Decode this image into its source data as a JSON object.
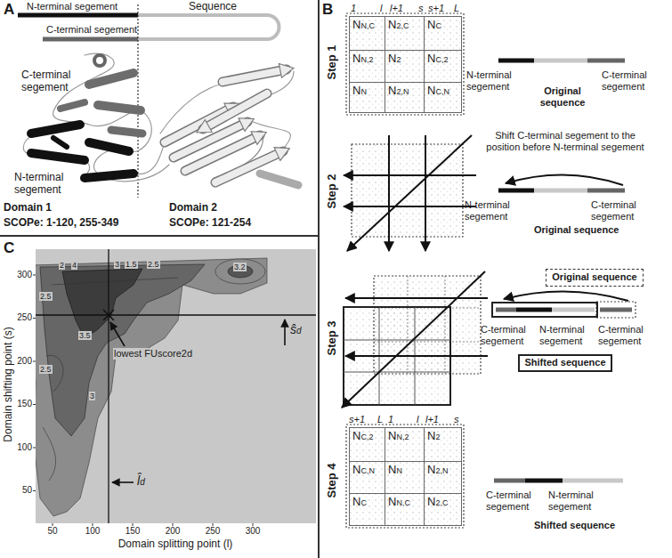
{
  "diagram": {
    "nodes": [
      {
        "text": [
          "NN,C"
        ]
      },
      {
        "text": [
          "N2,C"
        ]
      },
      {
        "text": [
          "NC"
        ]
      },
      {
        "text": [
          "NN,2"
        ]
      },
      {
        "text": [
          "N2"
        ]
      },
      {
        "text": [
          "NC,2"
        ]
      },
      {
        "text": [
          "NN"
        ]
      },
      {
        "text": [
          "N2,N"
        ]
      },
      {
        "text": [
          "NC,N"
        ]
      },
      {
        "text": [
          "Original sequence"
        ]
      },
      {
        "text": [
          "Shifted sequence"
        ]
      },
      {
        "text": [
          "NC,2"
        ]
      },
      {
        "text": [
          "NN,2"
        ]
      },
      {
        "text": [
          "N2"
        ]
      },
      {
        "text": [
          "NC,N"
        ]
      },
      {
        "text": [
          "NN"
        ]
      },
      {
        "text": [
          "N2,N"
        ]
      },
      {
        "text": [
          "NC"
        ]
      },
      {
        "text": [
          "NN,C"
        ]
      },
      {
        "text": [
          "N2,C"
        ]
      }
    ],
    "labels": [
      "A",
      "N-terminal segement",
      "Sequence",
      "C-terminal segement",
      "C-terminal segement",
      "N-terminal segement",
      "Domain 1",
      "SCOPe: 1-120, 255-349",
      "Domain 2",
      "SCOPe: 121-254",
      "B",
      "Step 1",
      "1",
      "l",
      "l+1",
      "s",
      "s+1",
      "L",
      "N-terminal segement",
      "C-terminal segement",
      "Original sequence",
      "Step 2",
      "Shift C-terminal segement to the position before N-terminal segement",
      "N-terminal segement",
      "C-terminal segement",
      "Original sequence",
      "Step 3",
      "C-terminal segement",
      "N-terminal segement",
      "C-terminal segement",
      "Step 4",
      "s+1",
      "L",
      "1",
      "l",
      "l+1",
      "s",
      "C-terminal segement",
      "N-terminal segement",
      "Shifted sequence",
      "C",
      "Domain shifting point (s)",
      "Domain splitting point (l)",
      "300",
      "250",
      "200",
      "150",
      "100",
      "50",
      "50",
      "100",
      "150",
      "200",
      "250",
      "300",
      "lowest FUscore2d",
      "ŝd",
      "l̂d",
      "2",
      "4",
      "3",
      "1.5",
      "2.5",
      "3.2",
      "2.5",
      "3.5",
      "2.5",
      "3"
    ]
  }
}
